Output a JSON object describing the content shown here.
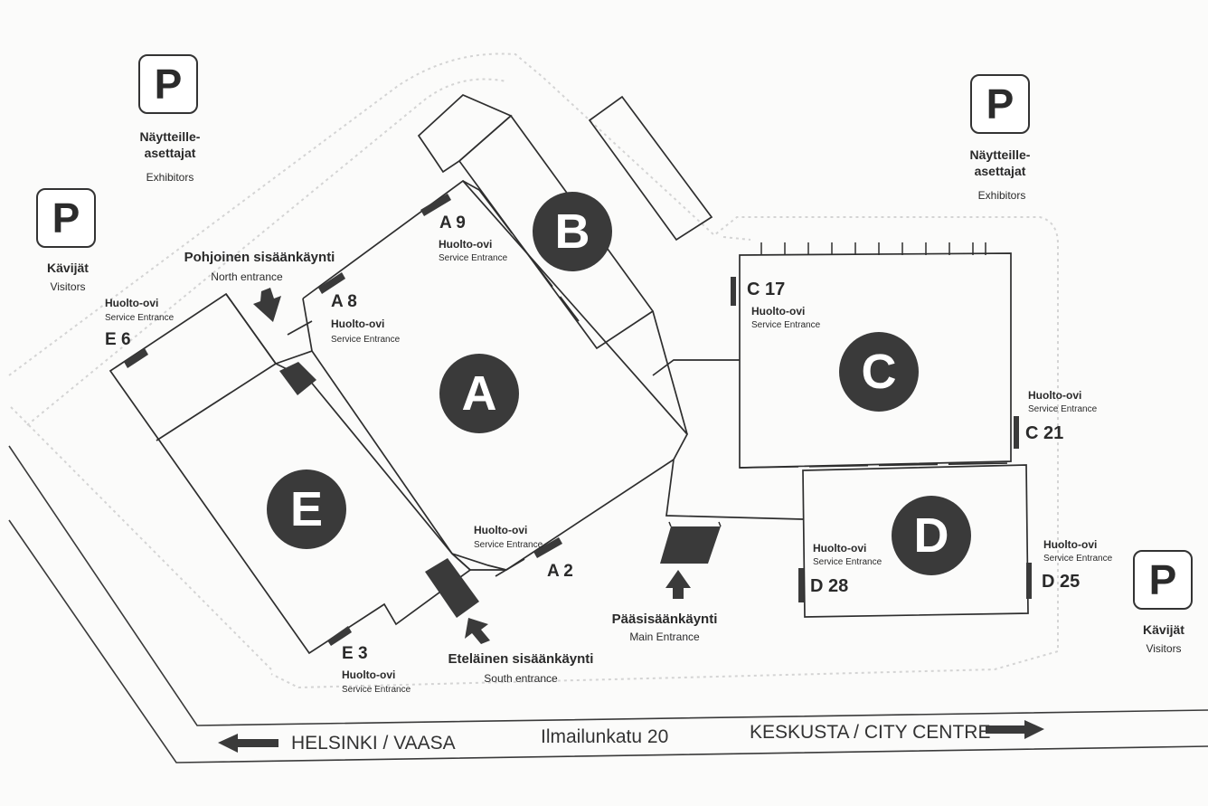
{
  "halls": {
    "a": "A",
    "b": "B",
    "c": "C",
    "d": "D",
    "e": "E"
  },
  "parking": {
    "symbol": "P",
    "exhibitors_fi": "Näytteille-\nasettajat",
    "exhibitors_en": "Exhibitors",
    "visitors_fi": "Kävijät",
    "visitors_en": "Visitors"
  },
  "entrances": {
    "north_fi": "Pohjoinen sisäänkäynti",
    "north_en": "North entrance",
    "south_fi": "Eteläinen sisäänkäynti",
    "south_en": "South entrance",
    "main_fi": "Pääsisäänkäynti",
    "main_en": "Main Entrance"
  },
  "service": {
    "label_fi": "Huolto-ovi",
    "label_en": "Service Entrance",
    "doors": {
      "a9": "A 9",
      "a8": "A 8",
      "a2": "A 2",
      "e6": "E 6",
      "e3": "E 3",
      "c17": "C 17",
      "c21": "C 21",
      "d28": "D 28",
      "d25": "D 25"
    }
  },
  "roads": {
    "west": "HELSINKI / VAASA",
    "address": "Ilmailunkatu 20",
    "east": "KESKUSTA / CITY CENTRE"
  }
}
